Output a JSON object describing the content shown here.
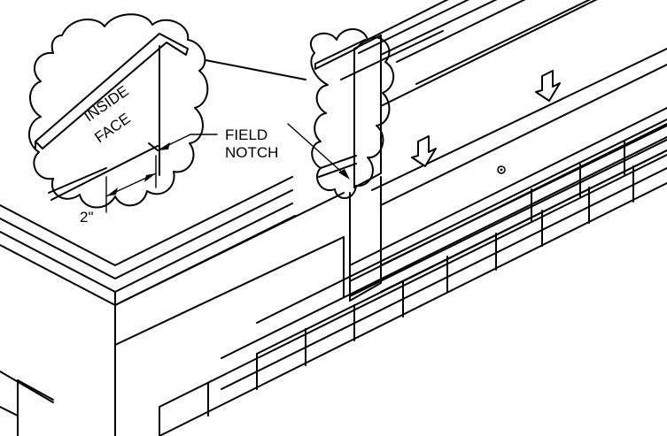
{
  "labels": {
    "inside": "INSIDE",
    "face": "FACE",
    "field": "FIELD",
    "notch": "NOTCH",
    "dimension": "2\""
  },
  "icons": {
    "down_arrows": "down-arrow-icon",
    "fastener": "fastener-icon"
  }
}
